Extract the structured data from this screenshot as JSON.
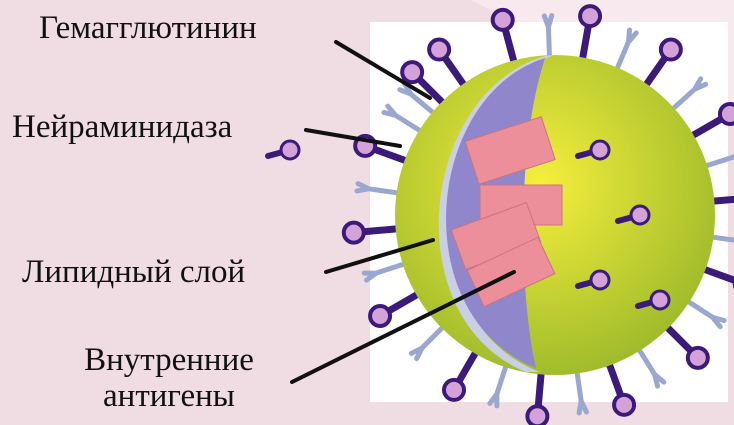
{
  "labels": {
    "hemagglutinin": "Гемагглютинин",
    "neuraminidase": "Нейраминидаза",
    "lipid_layer": "Липидный слой",
    "internal_antigens_line1": "Внутренние",
    "internal_antigens_line2": "антигены"
  },
  "colors": {
    "background": "#f0dde4",
    "background_stripe": "#f7e9ee",
    "photo_background": "#ffffff",
    "envelope_yellow": "#f6ef3c",
    "envelope_green": "#9ab82a",
    "interior_purple": "#8f86cc",
    "rim_gray": "#c9cfe6",
    "rna_pink": "#ec8f9a",
    "spike_stalk": "#3b1a7a",
    "spike_head": "#d2a2d8",
    "neuraminidase": "#9aa7cf",
    "leader_line": "#111111"
  }
}
